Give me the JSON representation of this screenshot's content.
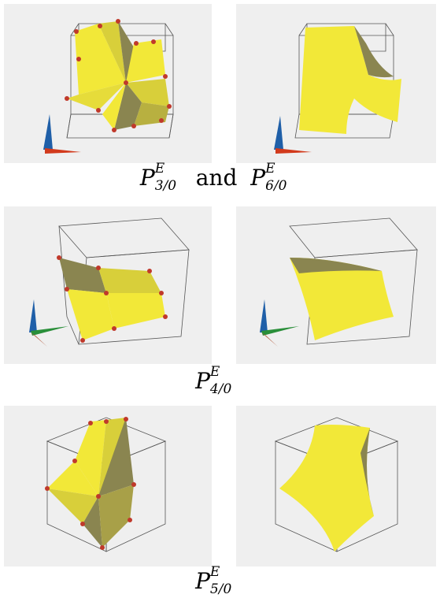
{
  "captions": {
    "row1": {
      "p1": "P",
      "p1_sup": "E",
      "p1_sub": "3/0",
      "conj": "and",
      "p2": "P",
      "p2_sup": "E",
      "p2_sub": "6/0"
    },
    "row2": {
      "p": "P",
      "sup": "E",
      "sub": "4/0"
    },
    "row3": {
      "p": "P",
      "sup": "E",
      "sub": "5/0"
    }
  },
  "colors": {
    "panel_bg": "#efefef",
    "surface_light": "#f2e838",
    "surface_mid": "#d8cf3a",
    "surface_dark": "#8a8550",
    "vertex": "#c0392b",
    "axis_x": "#d23a1c",
    "axis_y": "#2a8f3a",
    "axis_z": "#1f5fa8",
    "cube_edge": "#555555"
  },
  "icons": [
    "axis-triad-icon"
  ]
}
